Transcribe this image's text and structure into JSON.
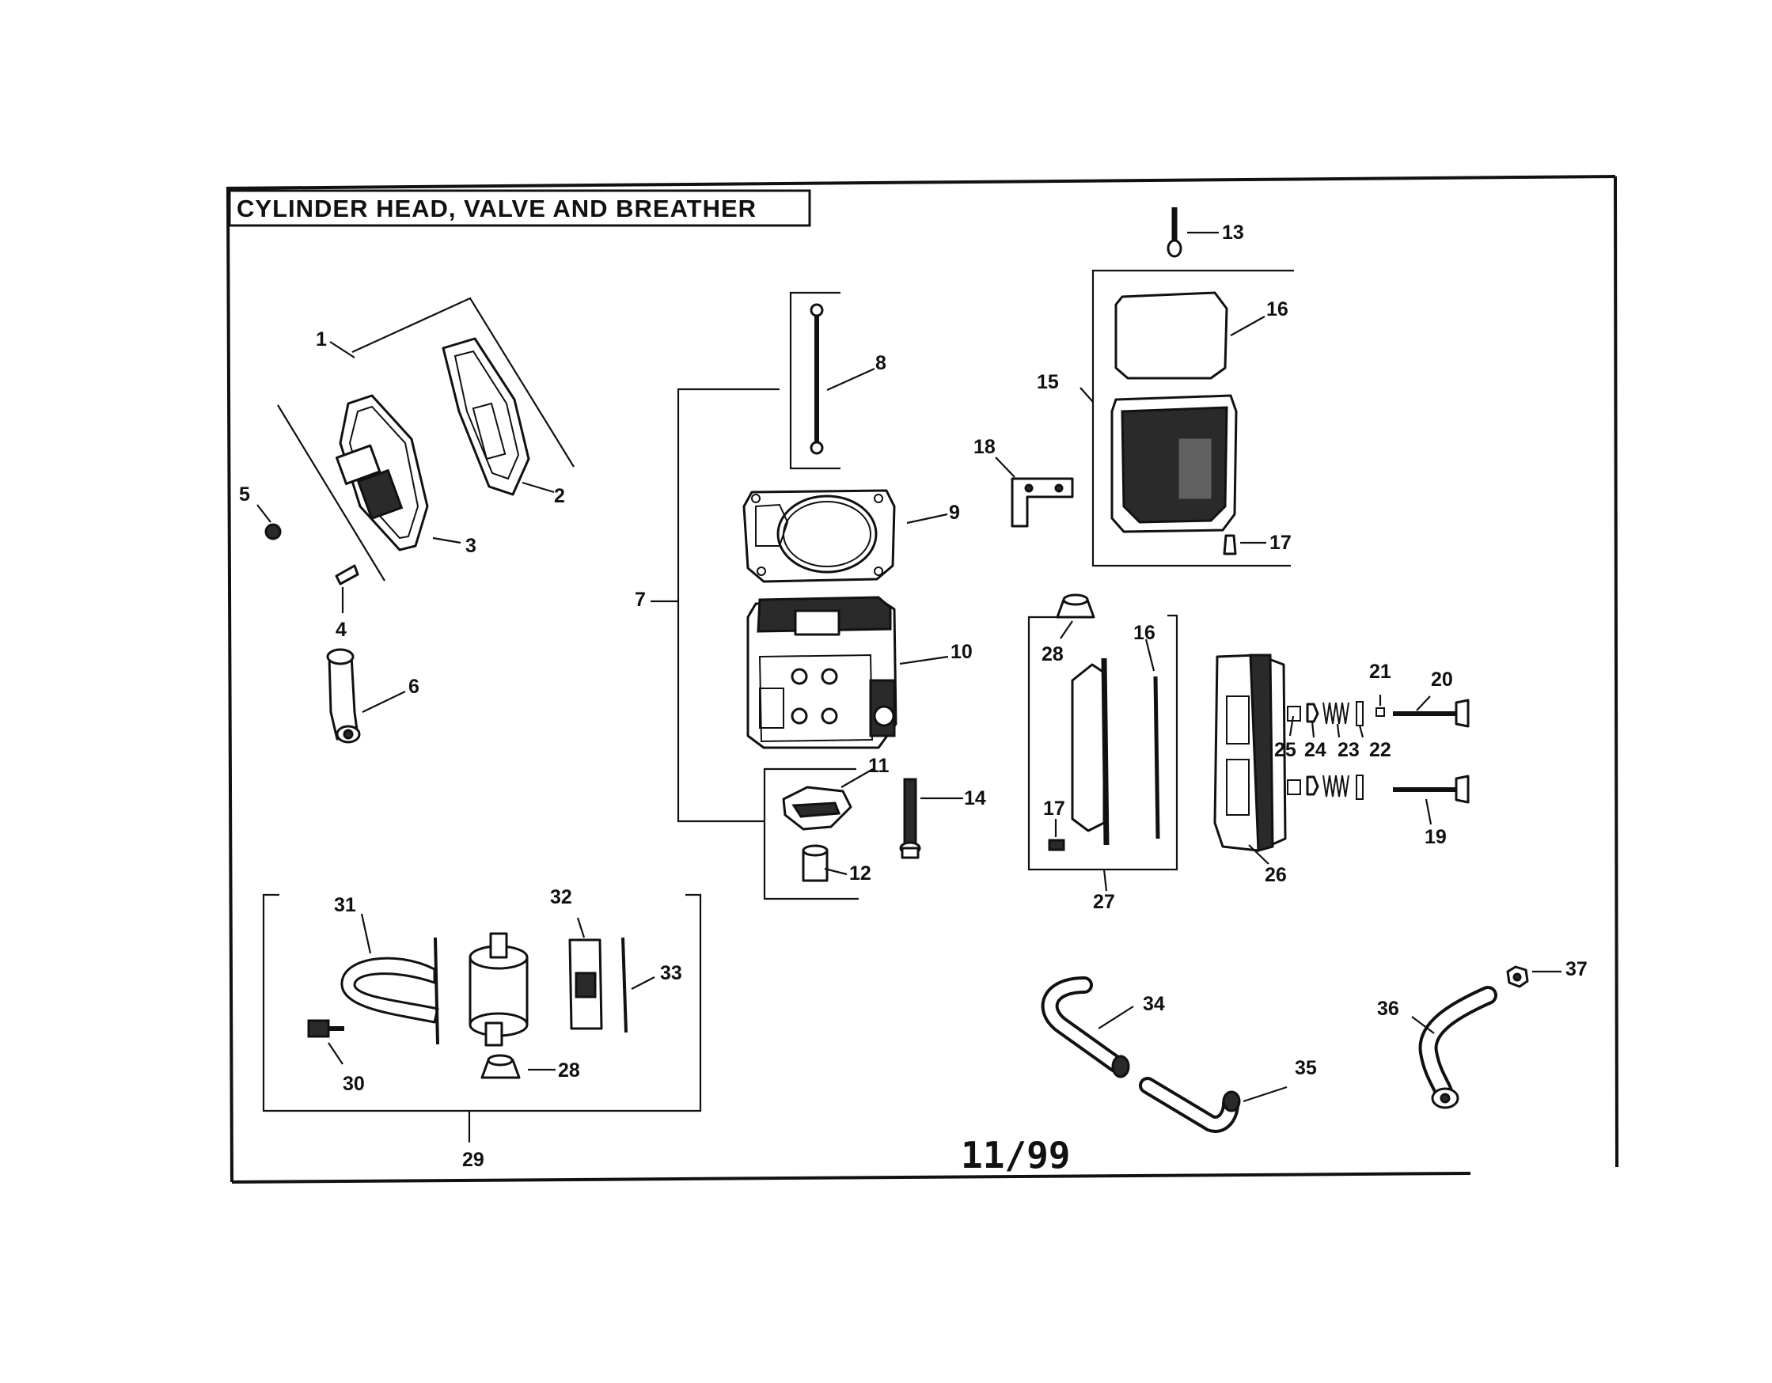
{
  "diagram": {
    "title": "CYLINDER HEAD, VALVE AND BREATHER",
    "date_code": "11/99",
    "callouts": [
      "1",
      "2",
      "3",
      "4",
      "5",
      "6",
      "7",
      "8",
      "9",
      "10",
      "11",
      "12",
      "13",
      "14",
      "15",
      "16",
      "16",
      "17",
      "17",
      "18",
      "19",
      "20",
      "21",
      "22",
      "23",
      "24",
      "25",
      "26",
      "27",
      "28",
      "28",
      "29",
      "30",
      "31",
      "32",
      "33",
      "34",
      "35",
      "36",
      "37"
    ]
  }
}
